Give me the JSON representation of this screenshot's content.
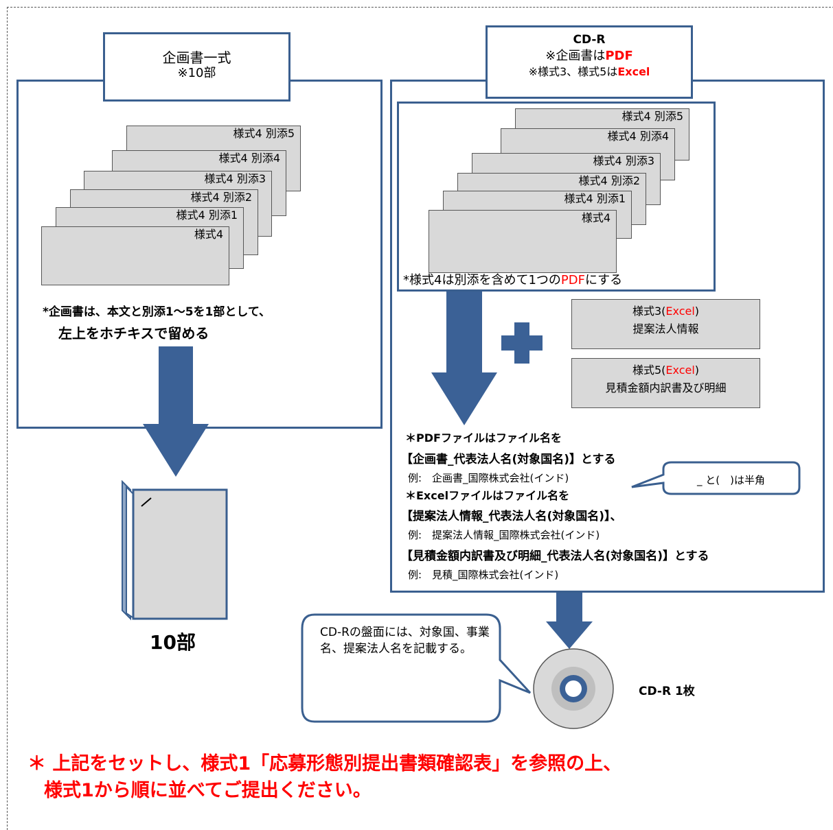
{
  "left": {
    "title": "企画書一式",
    "subtitle": "※10部",
    "sheets": [
      "様式4 別添5",
      "様式4 別添4",
      "様式4 別添3",
      "様式4 別添2",
      "様式4 別添1",
      "様式4"
    ],
    "note_line1": "*企画書は、本文と別添1～5を1部として、",
    "note_line2": "左上をホチキスで留める",
    "result_label": "10部"
  },
  "right": {
    "title": "CD-R",
    "line2_prefix": "※企画書は",
    "line2_red": "PDF",
    "line3_prefix": "※様式3、様式5は",
    "line3_red": "Excel",
    "sheets": [
      "様式4 別添5",
      "様式4 別添4",
      "様式4 別添3",
      "様式4 別添2",
      "様式4 別添1",
      "様式4"
    ],
    "pdf_note_prefix": "*様式4は別添を含めて1つの",
    "pdf_note_red": "PDF",
    "pdf_note_suffix": "にする",
    "form3_prefix": "様式3(",
    "form3_red": "Excel",
    "form3_suffix": ")",
    "form3_name": "提案法人情報",
    "form5_prefix": "様式5(",
    "form5_red": "Excel",
    "form5_suffix": ")",
    "form5_name": "見積金額内訳書及び明細",
    "naming": [
      "＊PDFファイルはファイル名を",
      "【企画書_代表法人名(対象国名)】とする",
      "例:　企画書_国際株式会社(インド)",
      "＊Excelファイルはファイル名を",
      "【提案法人情報_代表法人名(対象国名)】、",
      "例:　提案法人情報_国際株式会社(インド)",
      "【見積金額内訳書及び明細_代表法人名(対象国名)】とする",
      "例:　見積_国際株式会社(インド)"
    ],
    "callout_halfwidth": "_ と(　)は半角",
    "cd_callout": "CD-Rの盤面には、対象国、事業名、提案法人名を記載する。",
    "cd_label": "CD-R 1枚"
  },
  "footer": {
    "line1": "＊ 上記をセットし、様式1「応募形態別提出書類確認表」を参照の上、",
    "line2": "様式1から順に並べてご提出ください。"
  },
  "colors": {
    "frame": "#3a5f8f",
    "arrow": "#3b6196",
    "accent_red": "#ff0000",
    "sheet": "#d9d9d9"
  }
}
